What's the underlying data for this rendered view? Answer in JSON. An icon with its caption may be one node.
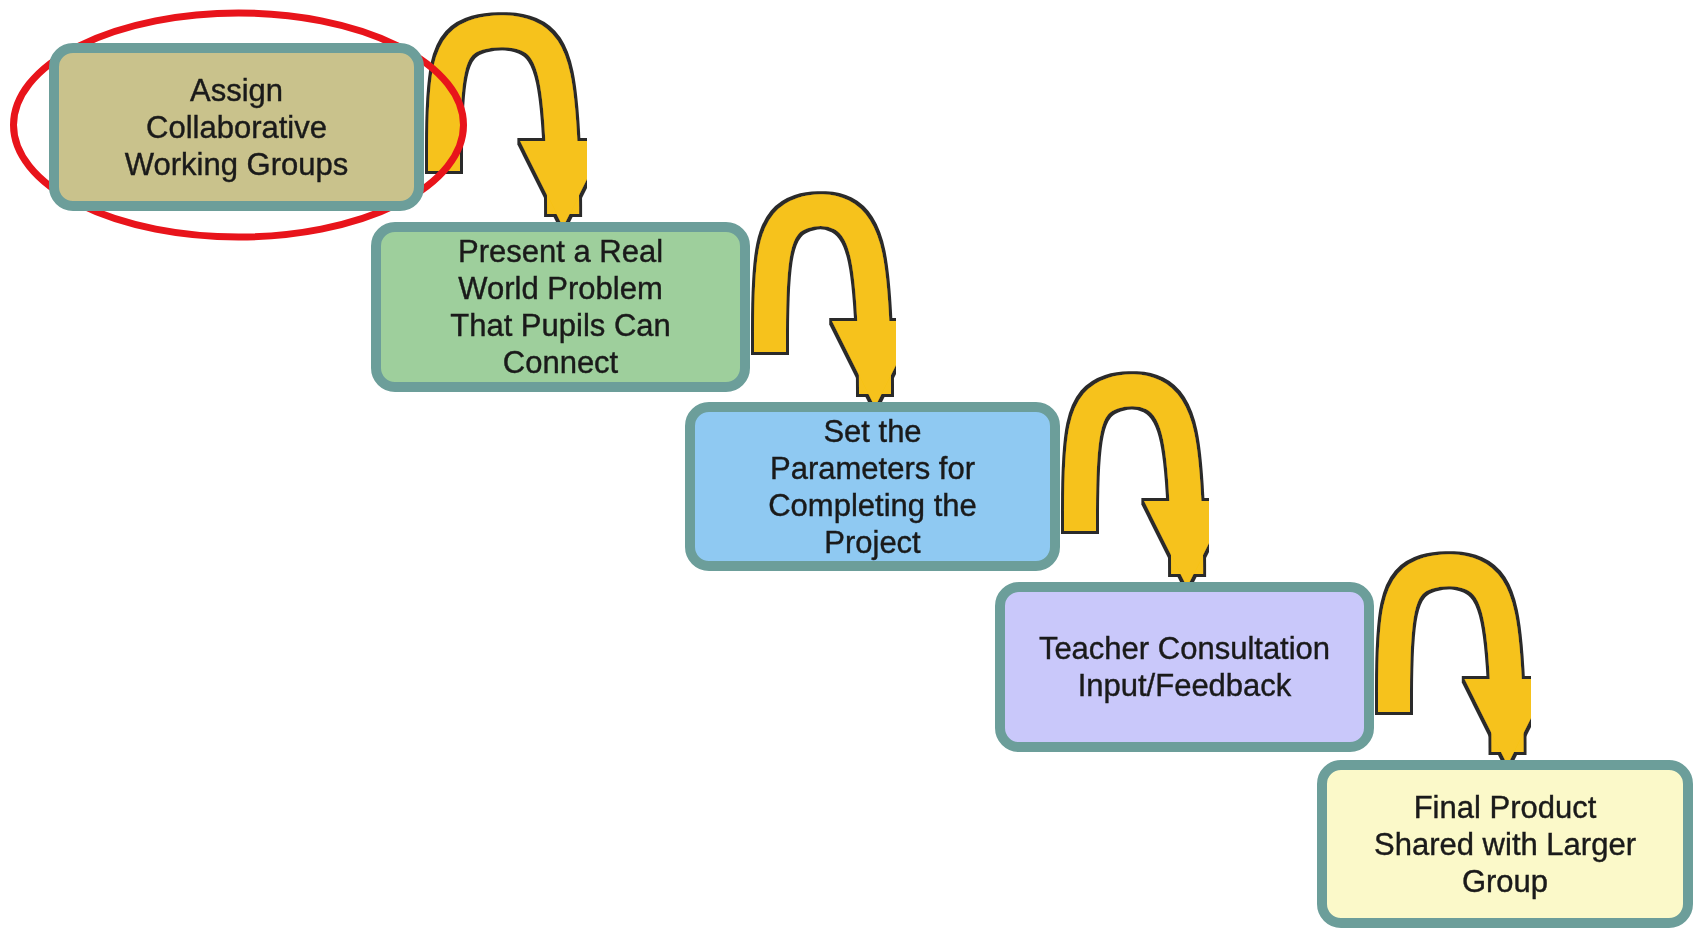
{
  "diagram": {
    "nodes": [
      {
        "text": [
          "Assign Collaborative Working Groups"
        ]
      },
      {
        "text": [
          "Present a Real World Problem That Pupils Can Connect"
        ]
      },
      {
        "text": [
          "Set the Parameters for Completing the Project"
        ]
      },
      {
        "text": [
          "Teacher Consultation Input/Feedback"
        ]
      },
      {
        "text": [
          "Final Product Shared with Larger Group"
        ]
      }
    ],
    "edges": [
      {
        "from": 0,
        "to": 1,
        "arrow": "to"
      },
      {
        "from": 1,
        "to": 2,
        "arrow": "to"
      },
      {
        "from": 2,
        "to": 3,
        "arrow": "to"
      },
      {
        "from": 3,
        "to": 4,
        "arrow": "to"
      }
    ]
  }
}
